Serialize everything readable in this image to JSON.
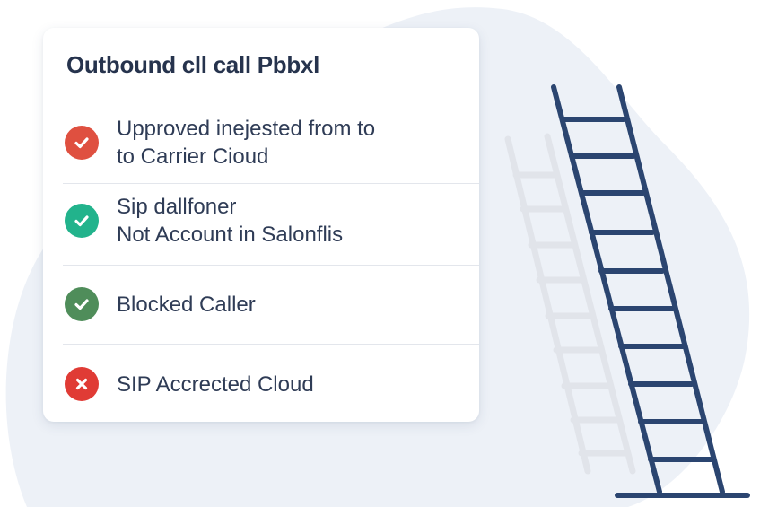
{
  "card": {
    "title": "Outbound cll call Pbbxl",
    "items": [
      {
        "status": "approved",
        "icon": "check-circle-icon",
        "color": "#df5040",
        "lines": [
          "Upproved inejested from to",
          "to Carrier Cioud"
        ]
      },
      {
        "status": "approved",
        "icon": "check-circle-icon",
        "color": "#22b38c",
        "lines": [
          "Sip dallfoner",
          "Not Account in Salonflis"
        ]
      },
      {
        "status": "approved",
        "icon": "check-circle-icon",
        "color": "#4f8d5a",
        "lines": [
          "Blocked Caller"
        ]
      },
      {
        "status": "rejected",
        "icon": "x-circle-icon",
        "color": "#e03b35",
        "lines": [
          "SIP Accrected Cloud"
        ]
      }
    ]
  },
  "illustration": {
    "ladder_color": "#2b4570",
    "ladder_shadow_color": "#e1e4ea",
    "blob_color": "#edf1f7"
  }
}
